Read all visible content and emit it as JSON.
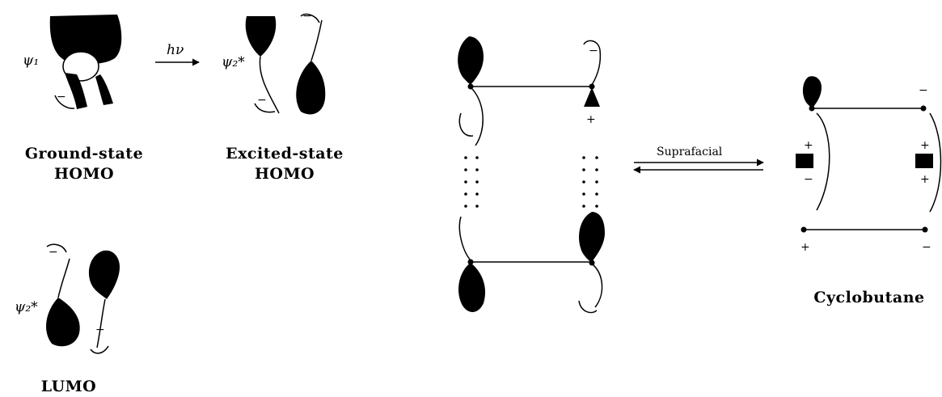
{
  "labels": {
    "ground_state": "Ground-state",
    "ground_homo": "HOMO",
    "excited_state": "Excited-state",
    "excited_homo": "HOMO",
    "lumo": "LUMO",
    "cyclobutane": "Cyclobutane",
    "suprafacial": "Suprafacial",
    "hv": "hν",
    "psi1": "ψ₁",
    "psi2_excited": "ψ₂*",
    "psi2_lumo": "ψ₂*"
  },
  "signs": {
    "plus": "+",
    "minus": "−"
  },
  "colors": {
    "lobe": "#000000",
    "line": "#000000",
    "background": "#ffffff"
  }
}
